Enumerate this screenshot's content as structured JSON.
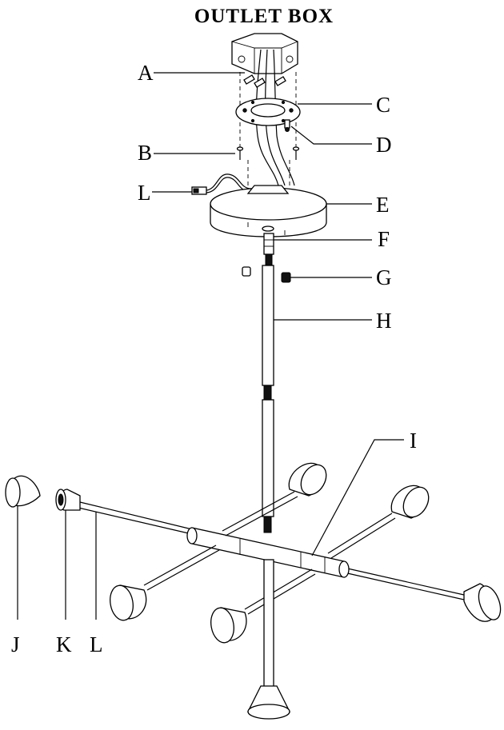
{
  "title": "OUTLET BOX",
  "labels": {
    "a": "A",
    "b": "B",
    "c": "C",
    "d": "D",
    "e": "E",
    "f": "F",
    "g": "G",
    "h": "H",
    "i": "I",
    "j": "J",
    "k": "K",
    "l_top": "L",
    "l_bottom": "L"
  }
}
